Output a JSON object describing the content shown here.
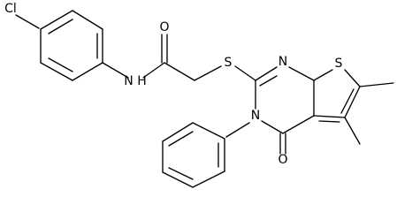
{
  "molecule": {
    "atoms": {
      "cl": "Cl",
      "nh": "N H",
      "o_amide": "O",
      "s_thioether": "S",
      "n_pyrimidine": "N",
      "n_phenyl": "N",
      "o_keto": "O",
      "s_thiophene": "S"
    }
  },
  "colors": {
    "bond": "#000000",
    "label": "#000000",
    "background": "#ffffff"
  }
}
